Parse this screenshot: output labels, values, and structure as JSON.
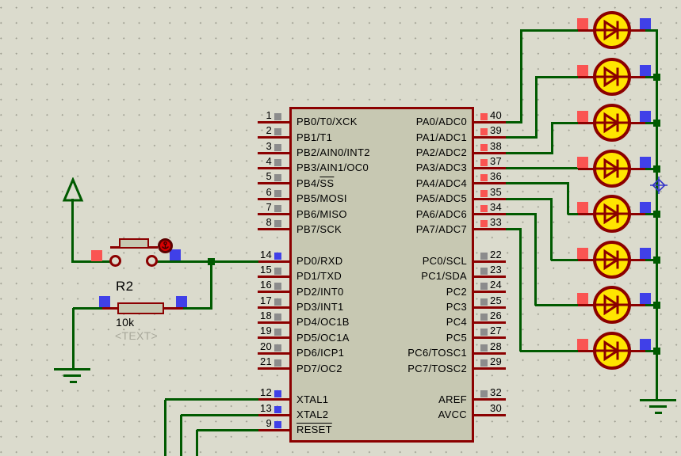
{
  "colors": {
    "background": "#DBDBCD",
    "grid_dot": "#9D9D90",
    "wire_green": "#005A00",
    "component_maroon": "#8B0000",
    "ic_fill": "#C7C8B2",
    "led_yellow": "#FFE500",
    "state_red": "#FA5452",
    "state_blue": "#4040E8",
    "state_gray": "#8C8C8C",
    "actuator_red": "#D80000",
    "muted_text": "#A8A89B",
    "cursor_blue": "#3535C8"
  },
  "ic": {
    "left_pins": [
      {
        "num": "1",
        "label": "PB0/T0/XCK",
        "state": "gray"
      },
      {
        "num": "2",
        "label": "PB1/T1",
        "state": "gray"
      },
      {
        "num": "3",
        "label": "PB2/AIN0/INT2",
        "state": "gray"
      },
      {
        "num": "4",
        "label": "PB3/AIN1/OC0",
        "state": "gray"
      },
      {
        "num": "5",
        "label": "PB4/SS",
        "overline": "SS",
        "state": "gray"
      },
      {
        "num": "6",
        "label": "PB5/MOSI",
        "state": "gray"
      },
      {
        "num": "7",
        "label": "PB6/MISO",
        "state": "gray"
      },
      {
        "num": "8",
        "label": "PB7/SCK",
        "state": "gray"
      },
      {
        "num": "14",
        "label": "PD0/RXD",
        "state": "blue"
      },
      {
        "num": "15",
        "label": "PD1/TXD",
        "state": "gray"
      },
      {
        "num": "16",
        "label": "PD2/INT0",
        "state": "gray"
      },
      {
        "num": "17",
        "label": "PD3/INT1",
        "state": "gray"
      },
      {
        "num": "18",
        "label": "PD4/OC1B",
        "state": "gray"
      },
      {
        "num": "19",
        "label": "PD5/OC1A",
        "state": "gray"
      },
      {
        "num": "20",
        "label": "PD6/ICP1",
        "state": "gray"
      },
      {
        "num": "21",
        "label": "PD7/OC2",
        "state": "gray"
      },
      {
        "num": "12",
        "label": "XTAL1",
        "state": "blue"
      },
      {
        "num": "13",
        "label": "XTAL2",
        "state": "blue"
      },
      {
        "num": "9",
        "label": "RESET",
        "overline": "RESET",
        "state": "blue"
      }
    ],
    "right_pins": [
      {
        "num": "40",
        "label": "PA0/ADC0",
        "state": "red"
      },
      {
        "num": "39",
        "label": "PA1/ADC1",
        "state": "red"
      },
      {
        "num": "38",
        "label": "PA2/ADC2",
        "state": "red"
      },
      {
        "num": "37",
        "label": "PA3/ADC3",
        "state": "red"
      },
      {
        "num": "36",
        "label": "PA4/ADC4",
        "state": "red"
      },
      {
        "num": "35",
        "label": "PA5/ADC5",
        "state": "red"
      },
      {
        "num": "34",
        "label": "PA6/ADC6",
        "state": "red"
      },
      {
        "num": "33",
        "label": "PA7/ADC7",
        "state": "red"
      },
      {
        "num": "22",
        "label": "PC0/SCL",
        "state": "gray"
      },
      {
        "num": "23",
        "label": "PC1/SDA",
        "state": "gray"
      },
      {
        "num": "24",
        "label": "PC2",
        "state": "gray"
      },
      {
        "num": "25",
        "label": "PC3",
        "state": "gray"
      },
      {
        "num": "26",
        "label": "PC4",
        "state": "gray"
      },
      {
        "num": "27",
        "label": "PC5",
        "state": "gray"
      },
      {
        "num": "28",
        "label": "PC6/TOSC1",
        "state": "gray"
      },
      {
        "num": "29",
        "label": "PC7/TOSC2",
        "state": "gray"
      },
      {
        "num": "32",
        "label": "AREF",
        "state": "gray"
      },
      {
        "num": "30",
        "label": "AVCC",
        "state": "none"
      }
    ]
  },
  "resistor": {
    "ref": "R2",
    "value": "10k",
    "placeholder": "<TEXT>"
  },
  "leds": {
    "count": 8
  }
}
